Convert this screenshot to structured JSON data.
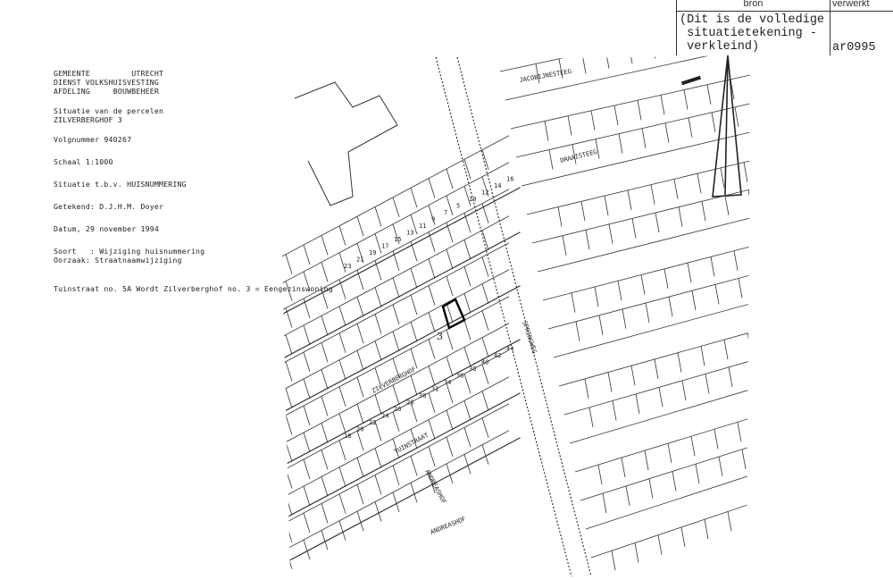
{
  "header_info": {
    "line1a": "GEMEENTE",
    "line1b": "UTRECHT",
    "line2": "DIENST VOLKSHUISVESTING",
    "line3a": "AFDELING",
    "line3b": "BOUWBEHEER",
    "title1": "Situatie van de percelen",
    "title2": "ZILVERBERGHOF 3",
    "volgnummer": "Volgnummer 940267",
    "schaal": "Schaal 1:1000",
    "situatie": "Situatie t.b.v. HUISNUMMERING",
    "getekend": "Getekend: D.J.H.M. Doyer",
    "datum": "Datum, 29 november 1994",
    "soort": "Soort   : Wijziging huisnummering",
    "oorzaak": "Oorzaak: Straatnaamwijziging",
    "note": "Tuinstraat no. 5A Wordt Zilverberghof no. 3 = Eengezinswoning"
  },
  "stamp_table": {
    "col1_header": "bron",
    "col2_header": "verwerkt",
    "bron_text": "(Dit is de volledige\n situatietekening -\n verkleind)",
    "verwerkt_text": "ar0995"
  },
  "map": {
    "streets": {
      "zilverberghof": "ZILVERBERGHOF",
      "tuinstraat": "TUINSTRAAT",
      "springweg": "SPRINGWEG",
      "andreashof": "ANDREASHOF",
      "andreashof2": "ANDREASHOF",
      "draaisteeg": "DRAAISTEEG",
      "street_top": "JACOBIJNESTEEG"
    },
    "parcel_number": "3",
    "house_numbers": [
      "23",
      "21",
      "19",
      "17",
      "15",
      "13",
      "11",
      "9",
      "7",
      "5",
      "10",
      "12",
      "14",
      "16",
      "18",
      "20",
      "22",
      "24",
      "26",
      "28",
      "30",
      "32",
      "34",
      "36",
      "38",
      "40",
      "42",
      "44"
    ]
  }
}
